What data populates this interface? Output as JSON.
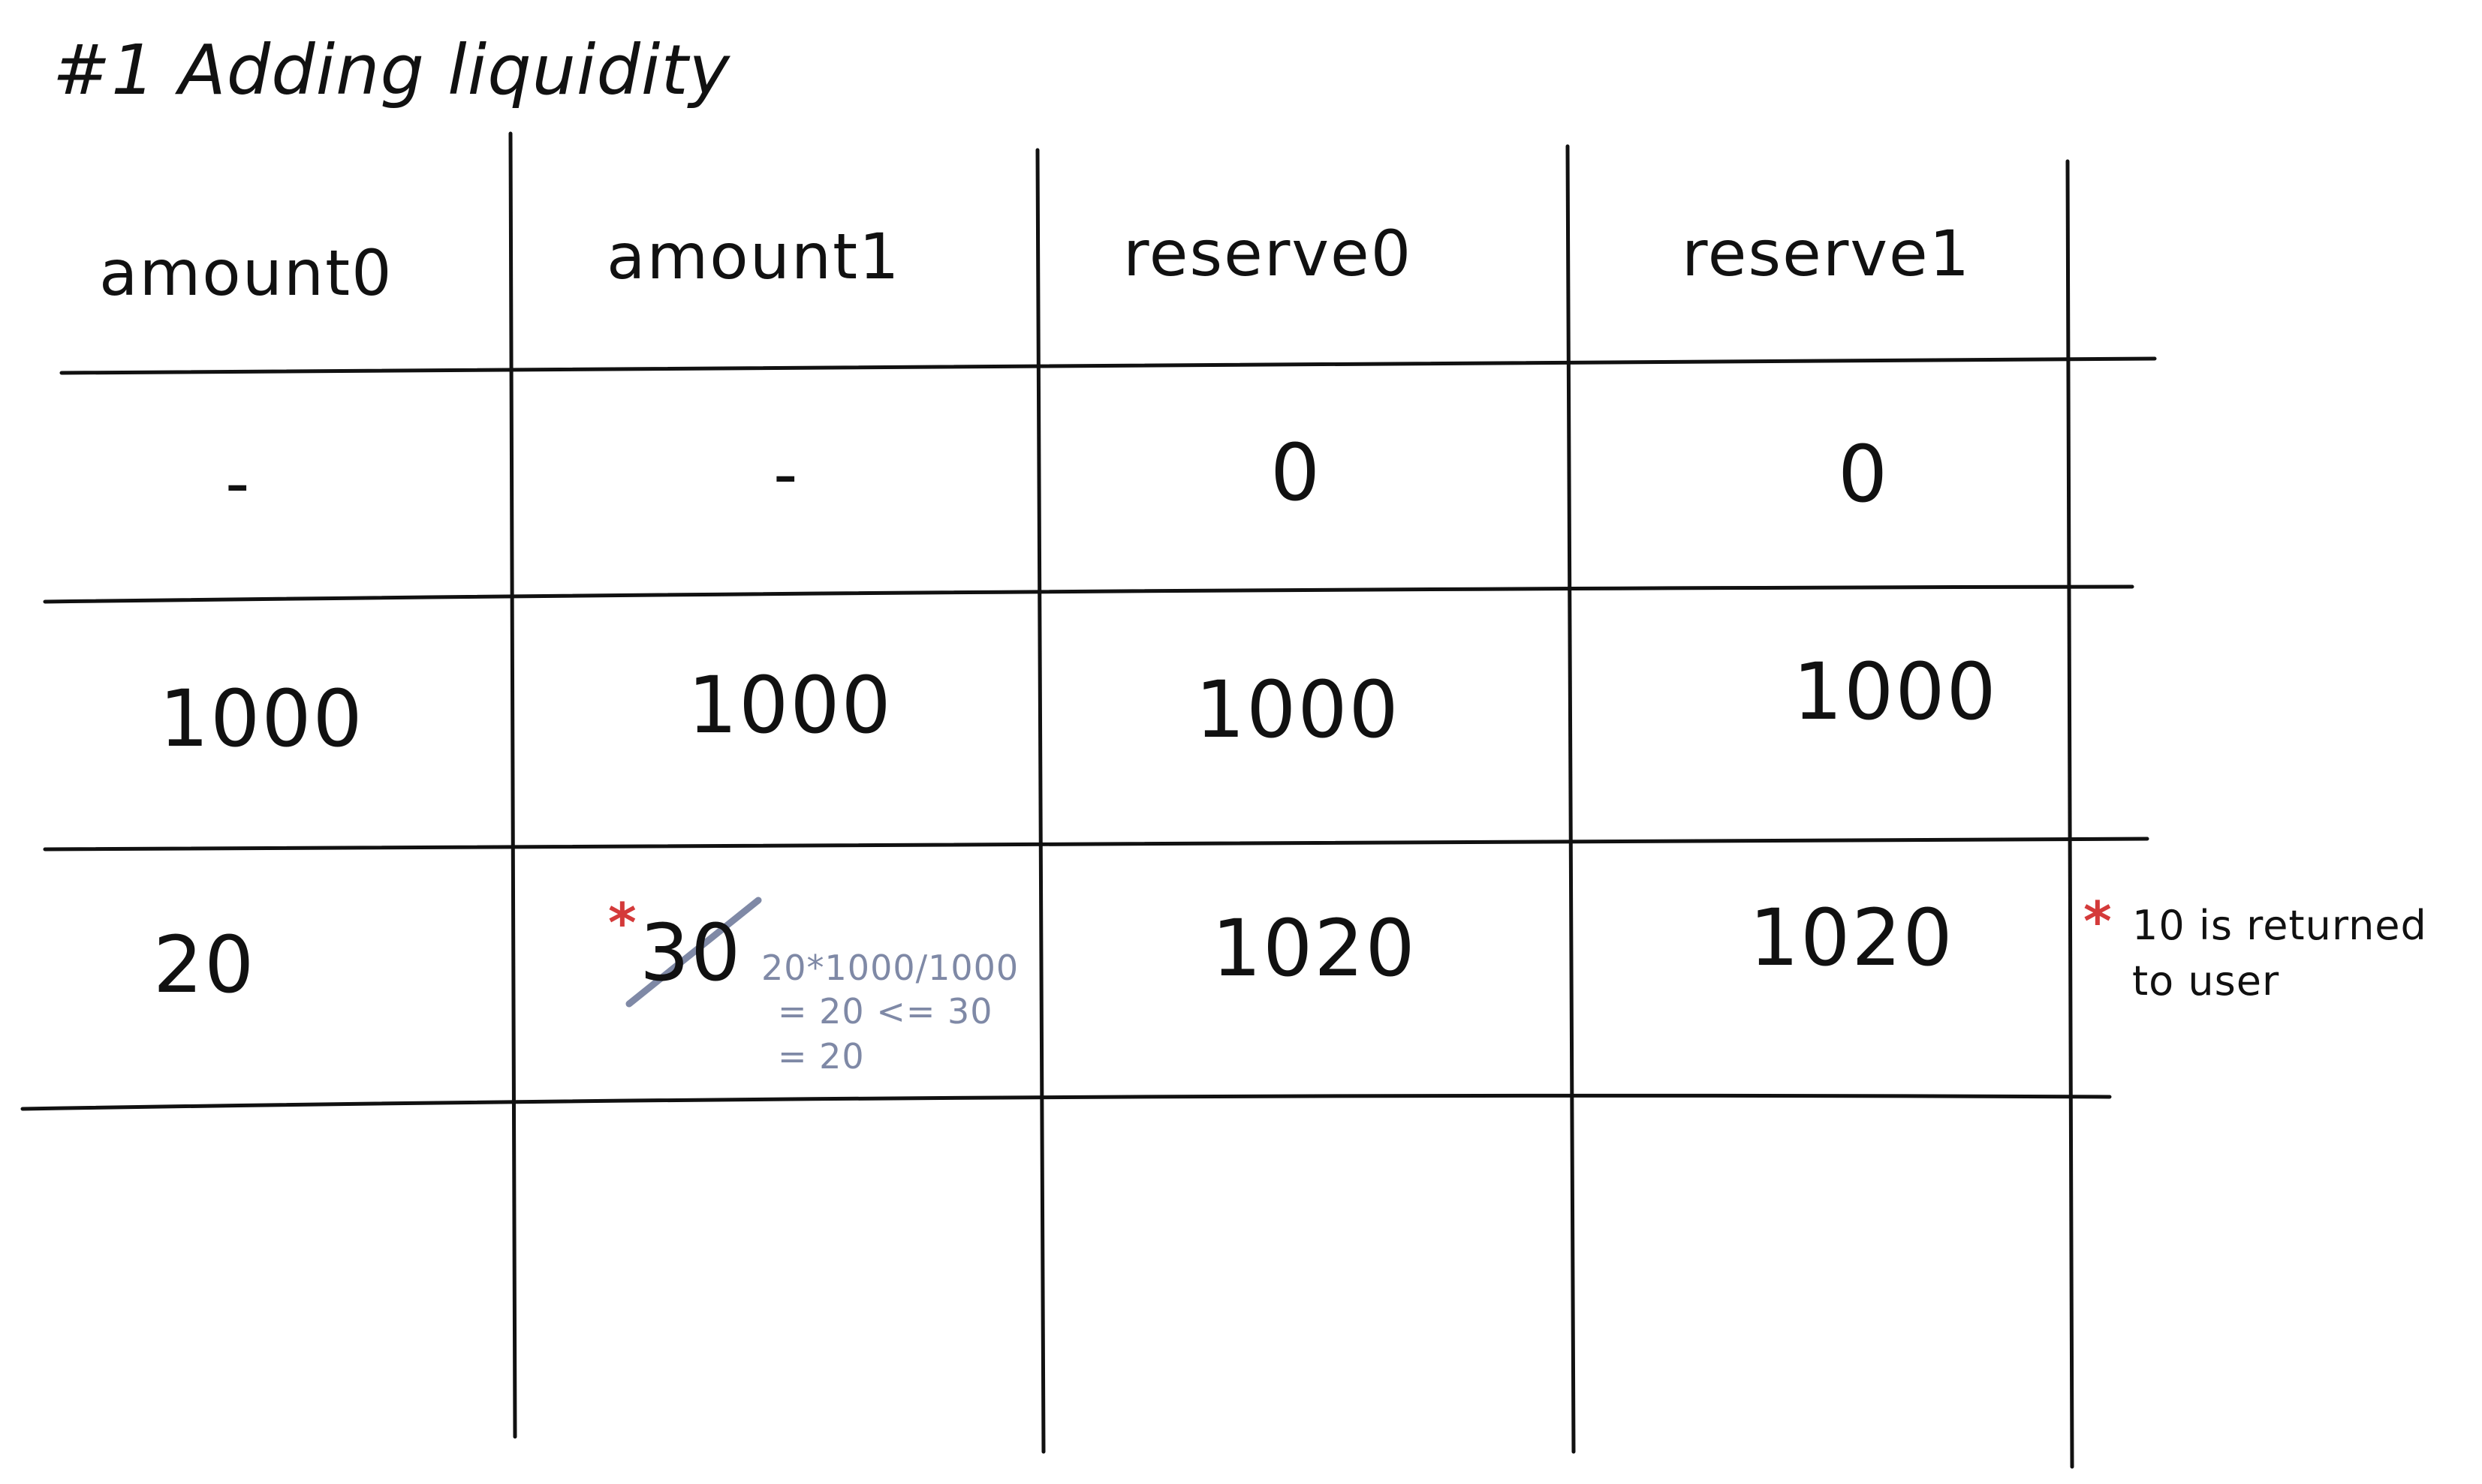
{
  "title": "#1 Adding liquidity",
  "headers": [
    "amount0",
    "amount1",
    "reserve0",
    "reserve1"
  ],
  "rows": [
    {
      "amount0": "-",
      "amount1": "-",
      "reserve0": "0",
      "reserve1": "0"
    },
    {
      "amount0": "1000",
      "amount1": "1000",
      "reserve0": "1000",
      "reserve1": "1000"
    },
    {
      "amount0": "20",
      "amount1": "30",
      "reserve0": "1020",
      "reserve1": "1020"
    }
  ],
  "calculation": [
    "20*1000/1000",
    "= 20 <= 30",
    "= 20"
  ],
  "note": {
    "marker": "*",
    "lines": [
      "10 is returned",
      "to user"
    ]
  },
  "colors": {
    "ink": "#111111",
    "annotation": "#7f89a6",
    "marker": "#d43a3a"
  }
}
